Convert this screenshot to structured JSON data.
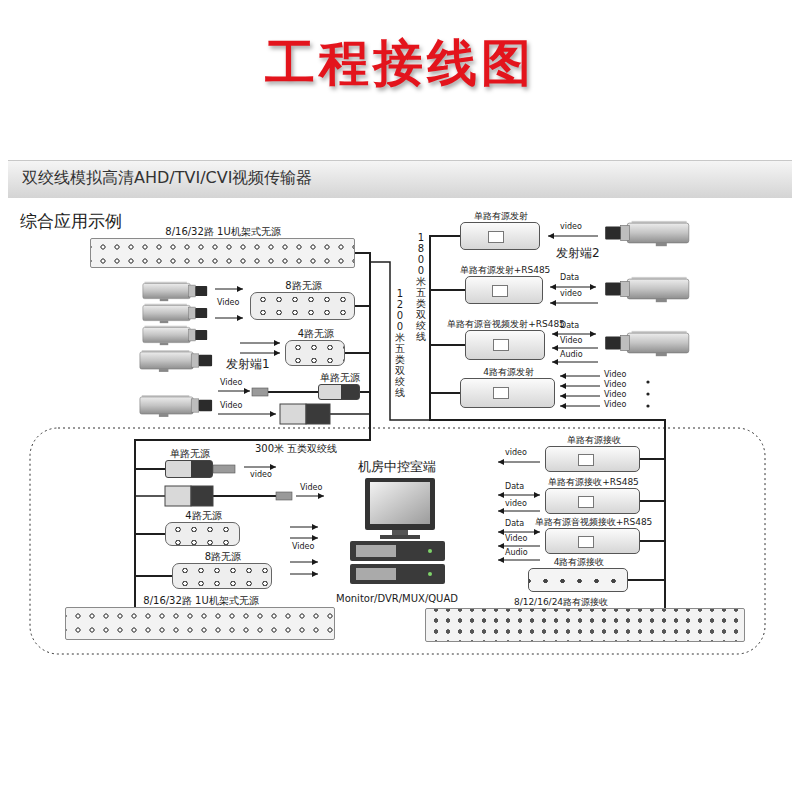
{
  "diagram": {
    "title": "工程接线图",
    "nodes": [
      {
        "text": [
          "8/16/32路 1U机架式无源"
        ]
      },
      {
        "text": [
          "8路无源"
        ]
      },
      {
        "text": [
          "4路无源"
        ]
      },
      {
        "text": [
          "单路无源"
        ]
      },
      {
        "text": [
          "单路有源发射"
        ]
      },
      {
        "text": [
          "单路有源发射+RS485"
        ]
      },
      {
        "text": [
          "单路有源音视频发射+RS485"
        ]
      },
      {
        "text": [
          "4路有源发射"
        ]
      },
      {
        "text": [
          "机房中控室端",
          "Monitor/DVR/MUX/QUAD"
        ]
      },
      {
        "text": [
          "单路无源"
        ]
      },
      {
        "text": [
          "4路无源"
        ]
      },
      {
        "text": [
          "8路无源"
        ]
      },
      {
        "text": [
          "8/16/32路 1U机架式无源"
        ]
      },
      {
        "text": [
          "单路有源接收"
        ]
      },
      {
        "text": [
          "单路有源接收+RS485"
        ]
      },
      {
        "text": [
          "单路有源音视频接收+RS485"
        ]
      },
      {
        "text": [
          "4路有源接收"
        ]
      },
      {
        "text": [
          "8/12/16/24路有源接收"
        ]
      }
    ],
    "edges": [
      {
        "from": 0,
        "to": 9,
        "arrow": "none"
      },
      {
        "from": 0,
        "to": 10,
        "arrow": "none"
      },
      {
        "from": 0,
        "to": 11,
        "arrow": "none"
      },
      {
        "from": 0,
        "to": 12,
        "arrow": "none"
      },
      {
        "from": 1,
        "to": 9,
        "arrow": "none"
      },
      {
        "from": 1,
        "to": 10,
        "arrow": "none"
      },
      {
        "from": 1,
        "to": 11,
        "arrow": "none"
      },
      {
        "from": 1,
        "to": 12,
        "arrow": "none"
      },
      {
        "from": 2,
        "to": 9,
        "arrow": "none"
      },
      {
        "from": 2,
        "to": 10,
        "arrow": "none"
      },
      {
        "from": 2,
        "to": 11,
        "arrow": "none"
      },
      {
        "from": 2,
        "to": 12,
        "arrow": "none"
      },
      {
        "from": 3,
        "to": 9,
        "arrow": "none"
      },
      {
        "from": 3,
        "to": 10,
        "arrow": "none"
      },
      {
        "from": 3,
        "to": 11,
        "arrow": "none"
      },
      {
        "from": 3,
        "to": 12,
        "arrow": "none"
      },
      {
        "from": 4,
        "to": 13,
        "arrow": "none"
      },
      {
        "from": 4,
        "to": 14,
        "arrow": "none"
      },
      {
        "from": 4,
        "to": 15,
        "arrow": "none"
      },
      {
        "from": 4,
        "to": 16,
        "arrow": "none"
      },
      {
        "from": 4,
        "to": 17,
        "arrow": "none"
      },
      {
        "from": 5,
        "to": 13,
        "arrow": "none"
      },
      {
        "from": 5,
        "to": 14,
        "arrow": "none"
      },
      {
        "from": 5,
        "to": 15,
        "arrow": "none"
      },
      {
        "from": 5,
        "to": 16,
        "arrow": "none"
      },
      {
        "from": 5,
        "to": 17,
        "arrow": "none"
      },
      {
        "from": 6,
        "to": 13,
        "arrow": "none"
      },
      {
        "from": 6,
        "to": 14,
        "arrow": "none"
      },
      {
        "from": 6,
        "to": 15,
        "arrow": "none"
      },
      {
        "from": 6,
        "to": 16,
        "arrow": "none"
      },
      {
        "from": 6,
        "to": 17,
        "arrow": "none"
      },
      {
        "from": 7,
        "to": 13,
        "arrow": "none"
      },
      {
        "from": 7,
        "to": 14,
        "arrow": "none"
      },
      {
        "from": 7,
        "to": 15,
        "arrow": "none"
      },
      {
        "from": 7,
        "to": 16,
        "arrow": "none"
      },
      {
        "from": 7,
        "to": 17,
        "arrow": "none"
      }
    ],
    "labels": [
      "双绞线模拟高清AHD/TVI/CVI视频传输器",
      "综合应用示例",
      "发射端1",
      "发射端2",
      "1800米 五类双绞线",
      "1200米 五类双绞线",
      "300米 五类双绞线",
      "Video",
      "Video",
      "Video",
      "video",
      "Data",
      "video",
      "Data",
      "Video",
      "Audio",
      "Video",
      "Video",
      "Video",
      "Video",
      "video",
      "Video",
      "Video",
      "video",
      "Data",
      "video",
      "Data",
      "Video",
      "Audio"
    ]
  }
}
